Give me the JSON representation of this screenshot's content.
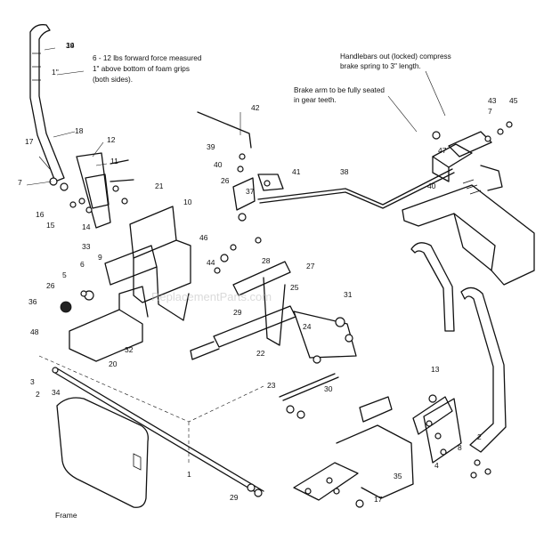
{
  "notes": {
    "force_line1": "6 - 12 lbs forward force measured",
    "force_line2": "1\" above bottom of foam grips",
    "force_line3": "(both sides).",
    "handle_line1": "Handlebars out (locked) compress",
    "handle_line2": "brake spring to 3\" length.",
    "brake_line1": "Brake arm to be fully seated",
    "brake_line2": "in gear teeth.",
    "dim_label": "1\"",
    "frame_label": "Frame"
  },
  "watermark": "ReplacementParts.com",
  "callouts": [
    "19",
    "18",
    "17",
    "12",
    "11",
    "7",
    "16",
    "15",
    "14",
    "33",
    "21",
    "10",
    "9",
    "5",
    "6",
    "26",
    "36",
    "48",
    "20",
    "32",
    "3",
    "2",
    "34",
    "1",
    "42",
    "39",
    "40",
    "26",
    "37",
    "41",
    "38",
    "7",
    "43",
    "45",
    "47",
    "40",
    "46",
    "44",
    "28",
    "29",
    "22",
    "23",
    "24",
    "25",
    "27",
    "31",
    "30",
    "35",
    "8",
    "13",
    "4",
    "2",
    "17",
    "29",
    "34"
  ]
}
